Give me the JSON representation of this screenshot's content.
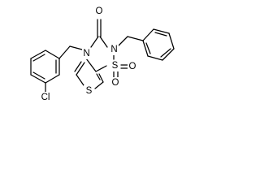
{
  "molecule": {
    "atoms": {
      "N1": "N",
      "N2": "N",
      "S_sulfonyl": "S",
      "O_carbonyl": "O",
      "O_sulfonyl_1": "O",
      "O_sulfonyl_2": "O",
      "S_thiophene": "S",
      "Cl": "Cl"
    }
  }
}
